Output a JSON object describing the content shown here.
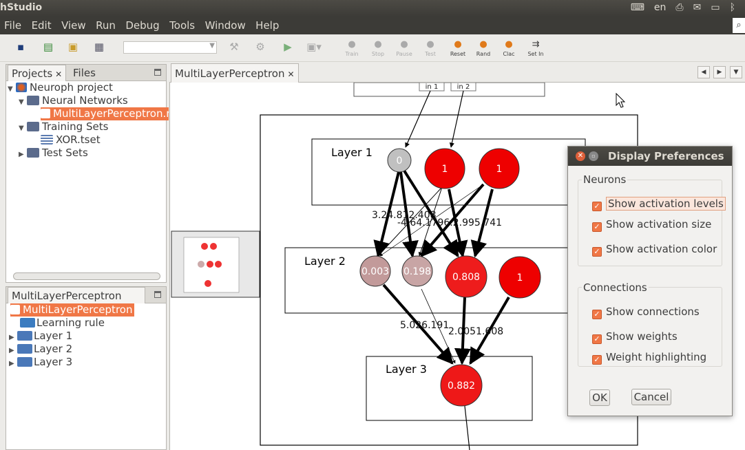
{
  "window": {
    "title": "hStudio"
  },
  "tray": {
    "keyboard": "en"
  },
  "menu": [
    "File",
    "Edit",
    "View",
    "Run",
    "Debug",
    "Tools",
    "Window",
    "Help"
  ],
  "toolbar": {
    "buttons": [
      "Train",
      "Stop",
      "Pause",
      "Test",
      "Reset",
      "Rand",
      "Clac",
      "Set In"
    ]
  },
  "projects_panel": {
    "tabs": [
      "Projects",
      "Files"
    ],
    "tree": {
      "project": "Neuroph project",
      "neural_networks": "Neural Networks",
      "network_file": "MultiLayerPerceptron.n",
      "training_sets": "Training Sets",
      "training_file": "XOR.tset",
      "test_sets": "Test Sets"
    }
  },
  "navigator_panel": {
    "tab": "MultiLayerPerceptron ...",
    "items": {
      "root": "MultiLayerPerceptron",
      "learning_rule": "Learning rule",
      "layer1": "Layer 1",
      "layer2": "Layer 2",
      "layer3": "Layer 3"
    }
  },
  "editor": {
    "tab": "MultiLayerPerceptron"
  },
  "network": {
    "inputs": [
      "in 1",
      "in 2"
    ],
    "layer1": {
      "label": "Layer 1",
      "neurons": [
        "0",
        "1",
        "1"
      ]
    },
    "layer2": {
      "label": "Layer 2",
      "neurons": [
        "0.003",
        "0.198",
        "0.808",
        "1"
      ]
    },
    "layer3": {
      "label": "Layer 3",
      "neurons": [
        "0.882"
      ]
    },
    "weights_l1": "3.24.812.408",
    "weights_l1b": "-4.64.1796.2.995.741",
    "weights_l2": "5.026.191",
    "weights_l2b": "2.0051.608"
  },
  "dialog": {
    "title": "Display Preferences",
    "neurons_label": "Neurons",
    "neurons": [
      "Show activation levels",
      "Show activation size",
      "Show activation color"
    ],
    "connections_label": "Connections",
    "connections": [
      "Show connections",
      "Show weights",
      "Weight highlighting"
    ],
    "ok": "OK",
    "cancel": "Cancel"
  },
  "colors": {
    "accent": "#f07746",
    "neuron_active": "#ee0000",
    "neuron_inactive": "#c0c0c0"
  }
}
